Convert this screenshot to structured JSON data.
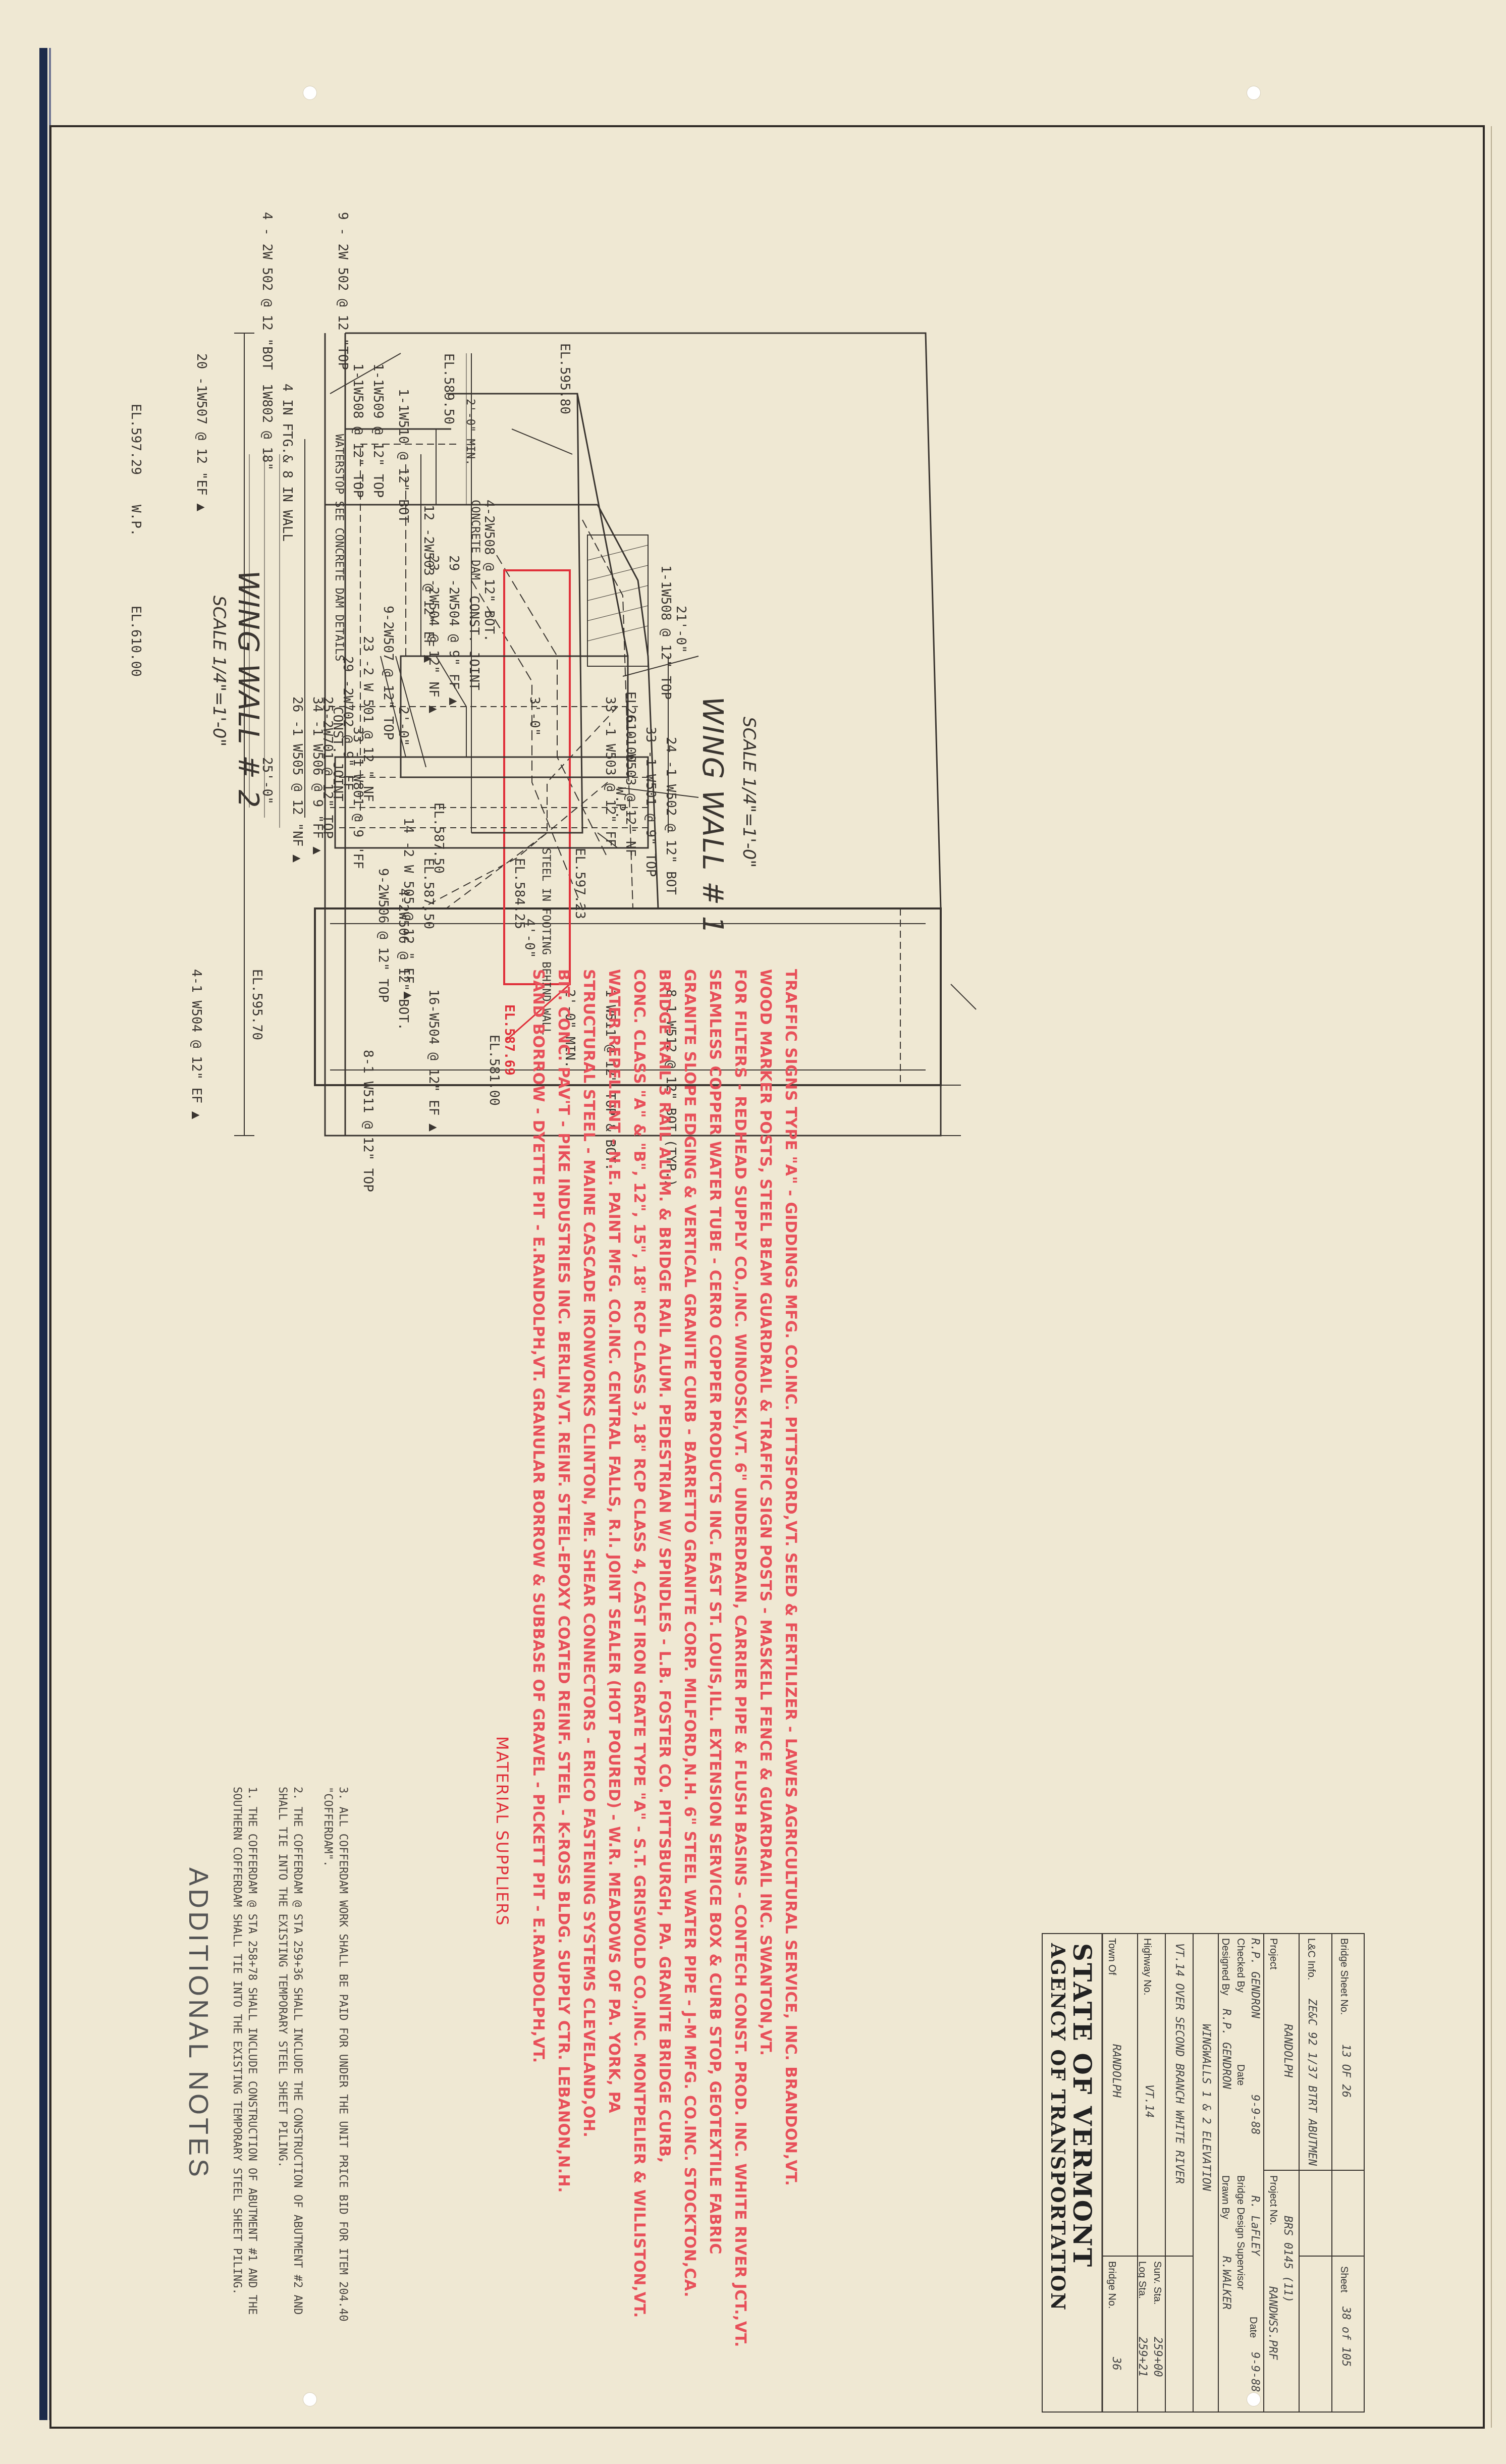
{
  "wing_wall_1": {
    "title": "WING WALL # 1",
    "scale": "SCALE 1/4\"=1'-0\"",
    "labels": [
      "20 -1W507 @ 12 \"EF ▲",
      "1W802 @ 18\"",
      "4 IN FTG.& 8 IN WALL",
      "EL.597.29",
      "W.P.",
      "25'-0\"",
      "WATERSTOP SEE CONCRETE DAM DETAILS",
      "1-1W508 @ 12\" TOP",
      "1-1W509 @ 12\" TOP",
      "1-1W510 @ 12\" BOT",
      "CONCRETE DAM",
      "EL.610.00",
      "26 -1 W505 @ 12 \"NF ▲",
      "34 -1 W506 @ 9 \"FF ▲",
      "CONST. JOINT",
      "33 -1 W801 @ 9 \"FF",
      "EL.587.50",
      "3'-0\"",
      "1-1W508 @ 12\" TOP",
      "33 -1 W503 @ 12\" FF",
      "26 -1 W503 @ 12\" NF",
      "33 -1 W501 @ 9\" TOP",
      "24 -1 W502 @ 12\" BOT",
      "EL.584.25",
      "STEEL IN FOOTING BEHIND WALL",
      "4'-0\"",
      "4-1 W504 @ 12\" EF ▲",
      "EL.595.70",
      "16-W504 @ 12\" EF ▲",
      "2'-0\" MIN.",
      "1 W511 @ 12\" TOP & BOT.",
      "EL.581.00",
      "8-1 W511 @ 12\" TOP",
      "8-1 W512 @ 12\" BOT (TYP.)"
    ],
    "red_label": "EL.587.69"
  },
  "wing_wall_2": {
    "title": "WING WALL # 2",
    "scale": "SCALE 1/4\"=1'-0\"",
    "labels": [
      "EL.595.80",
      "9 - 2W 502 @ 12 \"TOP",
      "4 - 2W 502 @ 12 \"BOT",
      "EL.589.50",
      "2'-0\" MIN.",
      "12 -2W503 @ 12\" EF ▲",
      "4-2W508 @ 12\" BOT.",
      "23 -2W504 @ 12\" NF ▲",
      "29 -2W504 @ 9\" FF ▲",
      "CONST. JOINT",
      "21'-0\"",
      "9-2W507 @ 12\" TOP",
      "23 -2 W 501 @ 12 \" NF",
      "29 -2W702 @ 9\" FF",
      "25-2W701 @ 12\" TOP",
      "EL.610.00",
      "2'-0\"",
      "W.P.",
      "14 -2 W 505 @ 12 \" EF ▲",
      "EL.587.50",
      "EL.597.23",
      "9-2W506 @ 12\" TOP",
      "4-2W506 @ 12\" BOT."
    ]
  },
  "additional_notes": {
    "heading": "ADDITIONAL NOTES",
    "items": [
      "1. THE COFFERDAM @ STA 258+78 SHALL INCLUDE CONSTRUCTION OF ABUTMENT #1 AND THE SOUTHERN COFFERDAM SHALL TIE INTO THE EXISTING TEMPORARY STEEL SHEET PILING.",
      "2. THE COFFERDAM @ STA 259+36 SHALL INCLUDE THE CONSTRUCTION OF ABUTMENT #2 AND SHALL TIE INTO THE EXISTING TEMPORARY STEEL SHEET PILING.",
      "3. ALL COFFERDAM WORK SHALL BE PAID FOR UNDER THE UNIT PRICE BID FOR ITEM 204.40 \"COFFERDAM\"."
    ]
  },
  "material_suppliers": {
    "heading": "MATERIAL SUPPLIERS",
    "lines": [
      "SAND BORROW - DYETTE PIT - E.RANDOLPH,VT. GRANULAR BORROW & SUBBASE OF GRAVEL - PICKETT PIT - E.RANDOLPH,VT.",
      "BIT. CONC. PAV'T - PIKE INDUSTRIES INC. BERLIN,VT. REINF. STEEL-EPOXY COATED REINF. STEEL - K-ROSS BLDG. SUPPLY CTR. LEBANON,N.H.",
      "STRUCTURAL STEEL - MAINE CASCADE IRONWORKS CLINTON, ME. SHEAR CONNECTORS - ERICO FASTENING SYSTEMS CLEVELAND,OH.",
      "WATER REPELLENT - N.E. PAINT MFG. CO.INC. CENTRAL FALLS, R.I. JOINT SEALER (HOT POURED) - W.R. MEADOWS OF PA. YORK, PA",
      "CONC. CLASS \"A\" & \"B\", 12\", 15\", 18\" RCP CLASS 3, 18\" RCP CLASS 4, CAST IRON GRATE TYPE \"A\" - S.T. GRISWOLD CO.,INC. MONTPELIER & WILLISTON,VT.",
      "BRIDGE RAIL 3 RAIL ALUM. & BRIDGE RAIL ALUM. PEDESTRIAN W/ SPINDLES - L.B. FOSTER CO. PITTSBURGH, PA. GRANITE BRIDGE CURB,",
      "GRANITE SLOPE EDGING & VERTICAL GRANITE CURB - BARRETTO GRANITE CORP. MILFORD,N.H. 6\" STEEL WATER PIPE - J-M MFG. CO.INC. STOCKTON,CA.",
      "SEAMLESS COPPER WATER TUBE - CERRO COPPER PRODUCTS INC. EAST ST. LOUIS,ILL. EXTENSION SERVICE BOX & CURB STOP, GEOTEXTILE FABRIC",
      "FOR FILTERS - REDHEAD SUPPLY CO.,INC. WINOOSKI,VT. 6\" UNDERDRAIN, CARRIER PIPE & FLUSH BASINS - CONTECH CONST. PROD. INC. WHITE RIVER JCT.,VT.",
      "WOOD MARKER POSTS, STEEL BEAM GUARDRAIL & TRAFFIC SIGN POSTS - MASKELL FENCE & GUARDRAIL INC. SWANTON,VT.",
      "TRAFFIC SIGNS TYPE \"A\" - GIDDINGS MFG. CO.INC. PITTSFORD,VT. SEED & FERTILIZER - LAWES AGRICULTURAL SERVICE, INC. BRANDON,VT."
    ]
  },
  "title_block": {
    "state": "STATE OF VERMONT",
    "agency": "AGENCY OF TRANSPORTATION",
    "town_label": "Town Of",
    "town": "RANDOLPH",
    "bridge_no_label": "Bridge No.",
    "bridge_no": "36",
    "highway_label": "Highway No.",
    "highway": "VT.14",
    "log_sta_label": "Log Sta.",
    "log_sta": "259+21",
    "surv_sta_label": "Surv. Sta.",
    "surv_sta": "259+00",
    "location": "VT.14 OVER SECOND BRANCH WHITE RIVER",
    "sheet_title": "WINGWALLS 1 & 2 ELEVATION",
    "designed_label": "Designed By",
    "designed": "R.P. GENDRON",
    "drawn_label": "Drawn By",
    "drawn": "R.WALKER",
    "checked_label": "Checked By",
    "checked": "R.P. GENDRON",
    "checked_date": "9-9-88",
    "date_label": "Date",
    "supervisor_label": "Bridge Design Supervisor",
    "supervisor": "R. LaFLEY",
    "supervisor_date": "9-9-88",
    "project_label": "Project",
    "project": "RANDOLPH",
    "project_no_label": "Project No.",
    "project_no": "BRS 0145 (11)",
    "file": "RANDWSS.PRF",
    "lgc_label": "L&C Info.",
    "lgc": "ZE&C 92 1/37 BTRT ABUTMEN",
    "bridge_sheet_label": "Bridge Sheet No.",
    "bridge_sheet": "13 OF 26",
    "sheet_label": "Sheet",
    "sheet": "38 of 105"
  },
  "colors": {
    "paper": "#efe8d3",
    "ink": "#3a3530",
    "red_markup": "#e0303a",
    "border_strip": "#1c2a4a"
  }
}
